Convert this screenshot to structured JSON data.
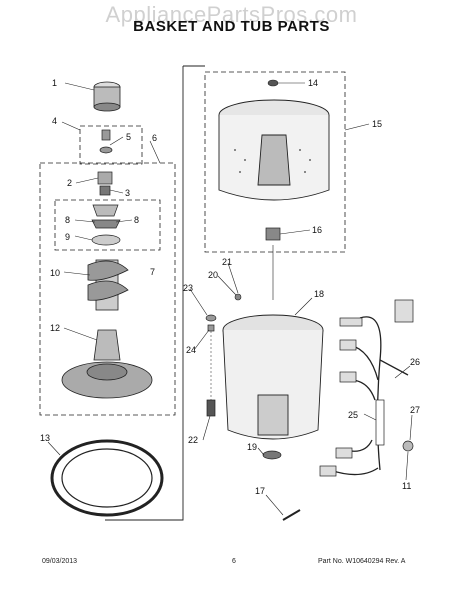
{
  "watermark": "AppliancePartsPros.com",
  "title": "BASKET AND TUB PARTS",
  "footer": {
    "date": "09/03/2013",
    "page": "6",
    "part_no": "Part No. W10640294  Rev. A"
  },
  "callouts": [
    {
      "id": "c1",
      "text": "1"
    },
    {
      "id": "c2",
      "text": "2"
    },
    {
      "id": "c3",
      "text": "3"
    },
    {
      "id": "c4",
      "text": "4"
    },
    {
      "id": "c5",
      "text": "5"
    },
    {
      "id": "c6",
      "text": "6"
    },
    {
      "id": "c7",
      "text": "7"
    },
    {
      "id": "c8a",
      "text": "8"
    },
    {
      "id": "c8b",
      "text": "8"
    },
    {
      "id": "c9",
      "text": "9"
    },
    {
      "id": "c10",
      "text": "10"
    },
    {
      "id": "c11",
      "text": "11"
    },
    {
      "id": "c12",
      "text": "12"
    },
    {
      "id": "c13",
      "text": "13"
    },
    {
      "id": "c14",
      "text": "14"
    },
    {
      "id": "c15",
      "text": "15"
    },
    {
      "id": "c16",
      "text": "16"
    },
    {
      "id": "c17",
      "text": "17"
    },
    {
      "id": "c18",
      "text": "18"
    },
    {
      "id": "c19",
      "text": "19"
    },
    {
      "id": "c20",
      "text": "20"
    },
    {
      "id": "c21",
      "text": "21"
    },
    {
      "id": "c22",
      "text": "22"
    },
    {
      "id": "c23",
      "text": "23"
    },
    {
      "id": "c24",
      "text": "24"
    },
    {
      "id": "c25",
      "text": "25"
    },
    {
      "id": "c26",
      "text": "26"
    },
    {
      "id": "c27",
      "text": "27"
    }
  ]
}
